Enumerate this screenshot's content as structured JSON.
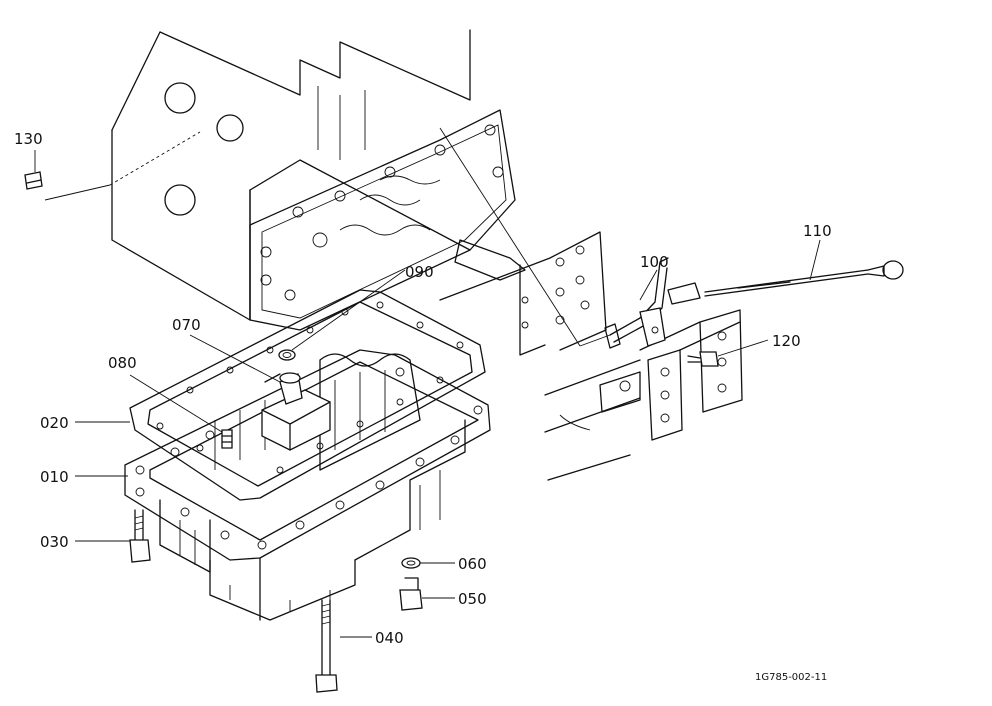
{
  "diagram": {
    "parts": [
      {
        "id": "010",
        "label": "010"
      },
      {
        "id": "020",
        "label": "020"
      },
      {
        "id": "030",
        "label": "030"
      },
      {
        "id": "040",
        "label": "040"
      },
      {
        "id": "050",
        "label": "050"
      },
      {
        "id": "060",
        "label": "060"
      },
      {
        "id": "070",
        "label": "070"
      },
      {
        "id": "080",
        "label": "080"
      },
      {
        "id": "090",
        "label": "090"
      },
      {
        "id": "100",
        "label": "100"
      },
      {
        "id": "110",
        "label": "110"
      },
      {
        "id": "120",
        "label": "120"
      },
      {
        "id": "130",
        "label": "130"
      }
    ],
    "drawing_code": "1G785-002-11"
  }
}
